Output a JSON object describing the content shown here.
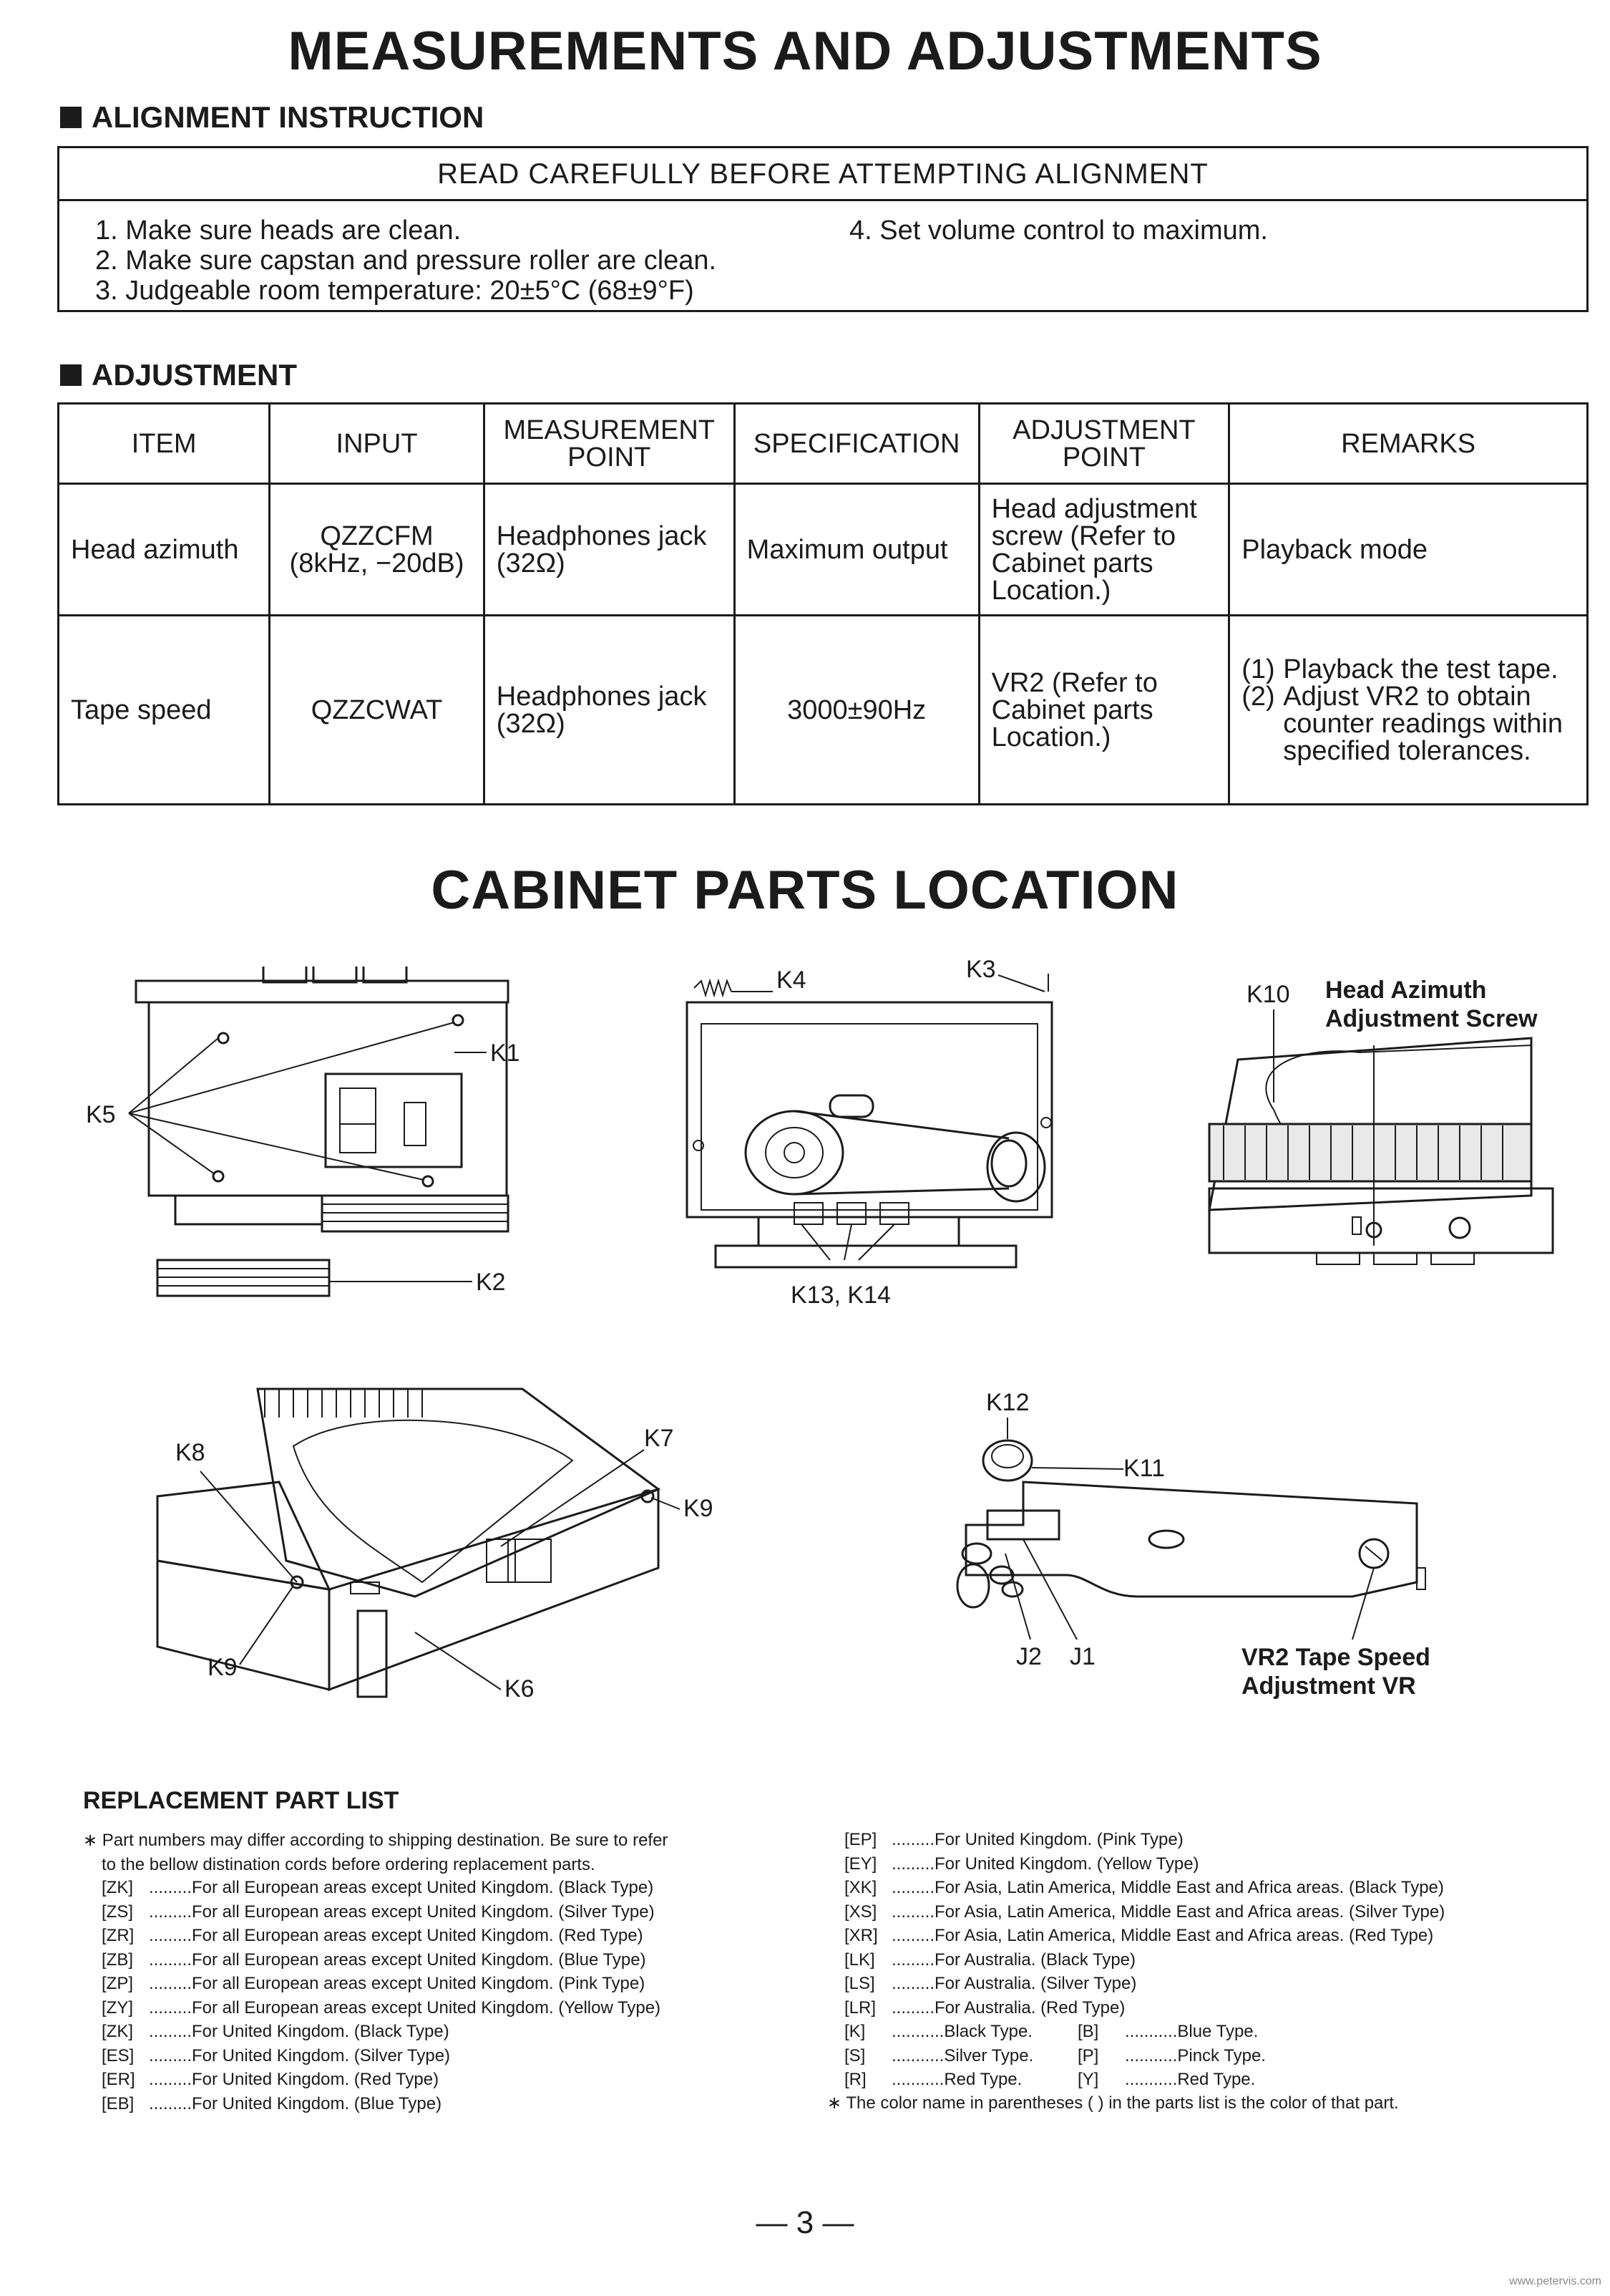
{
  "header": {
    "title": "MEASUREMENTS AND ADJUSTMENTS"
  },
  "alignment": {
    "heading": "ALIGNMENT INSTRUCTION",
    "box_title": "READ CAREFULLY BEFORE ATTEMPTING ALIGNMENT",
    "items": [
      "1. Make sure heads are clean.",
      "2. Make sure capstan and pressure roller are clean.",
      "3. Judgeable room temperature: 20±5°C (68±9°F)",
      "4. Set volume control to maximum."
    ]
  },
  "adjustment": {
    "heading": "ADJUSTMENT",
    "columns": [
      "ITEM",
      "INPUT",
      "MEASUREMENT POINT",
      "SPECIFICATION",
      "ADJUSTMENT POINT",
      "REMARKS"
    ],
    "rows": [
      {
        "item": "Head azimuth",
        "input": "QZZCFM (8kHz, −20dB)",
        "measurement": "Headphones jack (32Ω)",
        "specification": "Maximum output",
        "adjustment": "Head adjustment screw (Refer to Cabinet parts Location.)",
        "remarks": "Playback mode"
      },
      {
        "item": "Tape speed",
        "input": "QZZCWAT",
        "measurement": "Headphones jack (32Ω)",
        "specification": "3000±90Hz",
        "adjustment": "VR2 (Refer to Cabinet parts Location.)",
        "remarks_list": [
          {
            "n": "(1)",
            "text": "Playback the test tape."
          },
          {
            "n": "(2)",
            "text": "Adjust VR2 to obtain counter readings within specified tolerances."
          }
        ]
      }
    ]
  },
  "cabinet": {
    "title": "CABINET PARTS LOCATION",
    "labels": {
      "k1": "K1",
      "k2": "K2",
      "k3": "K3",
      "k4": "K4",
      "k5": "K5",
      "k6": "K6",
      "k7": "K7",
      "k8": "K8",
      "k9": "K9",
      "k10": "K10",
      "k11": "K11",
      "k12": "K12",
      "k13_14": "K13, K14",
      "j1": "J1",
      "j2": "J2",
      "head_azimuth_1": "Head Azimuth",
      "head_azimuth_2": "Adjustment Screw",
      "vr2_1": "VR2 Tape Speed",
      "vr2_2": "Adjustment VR"
    }
  },
  "replacement": {
    "title": "REPLACEMENT PART LIST",
    "note_1": "∗ Part numbers may differ according to shipping destination.   Be sure to refer",
    "note_2": "to the bellow   distination cords before ordering replacement parts.",
    "left_codes": [
      {
        "code": "[ZK]",
        "text": ".........For all European areas except United Kingdom. (Black Type)"
      },
      {
        "code": "[ZS]",
        "text": ".........For all European areas except United Kingdom. (Silver Type)"
      },
      {
        "code": "[ZR]",
        "text": ".........For all European areas except United Kingdom. (Red Type)"
      },
      {
        "code": "[ZB]",
        "text": ".........For all European areas except United Kingdom. (Blue Type)"
      },
      {
        "code": "[ZP]",
        "text": ".........For all European areas except United Kingdom. (Pink Type)"
      },
      {
        "code": "[ZY]",
        "text": ".........For all European areas except United Kingdom. (Yellow Type)"
      },
      {
        "code": "[ZK]",
        "text": ".........For United Kingdom. (Black Type)"
      },
      {
        "code": "[ES]",
        "text": ".........For United Kingdom. (Silver Type)"
      },
      {
        "code": "[ER]",
        "text": ".........For United Kingdom. (Red Type)"
      },
      {
        "code": "[EB]",
        "text": ".........For United Kingdom. (Blue Type)"
      }
    ],
    "right_codes": [
      {
        "code": "[EP]",
        "text": ".........For United Kingdom. (Pink Type)"
      },
      {
        "code": "[EY]",
        "text": ".........For United Kingdom. (Yellow Type)"
      },
      {
        "code": "[XK]",
        "text": ".........For Asia, Latin America, Middle East and Africa areas. (Black Type)"
      },
      {
        "code": "[XS]",
        "text": ".........For Asia, Latin America, Middle East and Africa areas. (Silver Type)"
      },
      {
        "code": "[XR]",
        "text": ".........For Asia, Latin America, Middle East and Africa areas. (Red Type)"
      },
      {
        "code": "[LK]",
        "text": ".........For Australia. (Black Type)"
      },
      {
        "code": "[LS]",
        "text": ".........For Australia. (Silver Type)"
      },
      {
        "code": "[LR]",
        "text": ".........For Australia. (Red Type)"
      }
    ],
    "color_codes": [
      {
        "c1": "[K]",
        "t1": "...........Black Type.",
        "c2": "[B]",
        "t2": "...........Blue Type."
      },
      {
        "c1": "[S]",
        "t1": "...........Silver Type.",
        "c2": "[P]",
        "t2": "...........Pinck Type."
      },
      {
        "c1": "[R]",
        "t1": "...........Red Type.",
        "c2": "[Y]",
        "t2": "...........Red Type."
      }
    ],
    "color_note": "∗ The color name in parentheses (       ) in the parts list is the color of that part."
  },
  "footer": {
    "page": "— 3 —",
    "watermark": "www.petervis.com"
  }
}
